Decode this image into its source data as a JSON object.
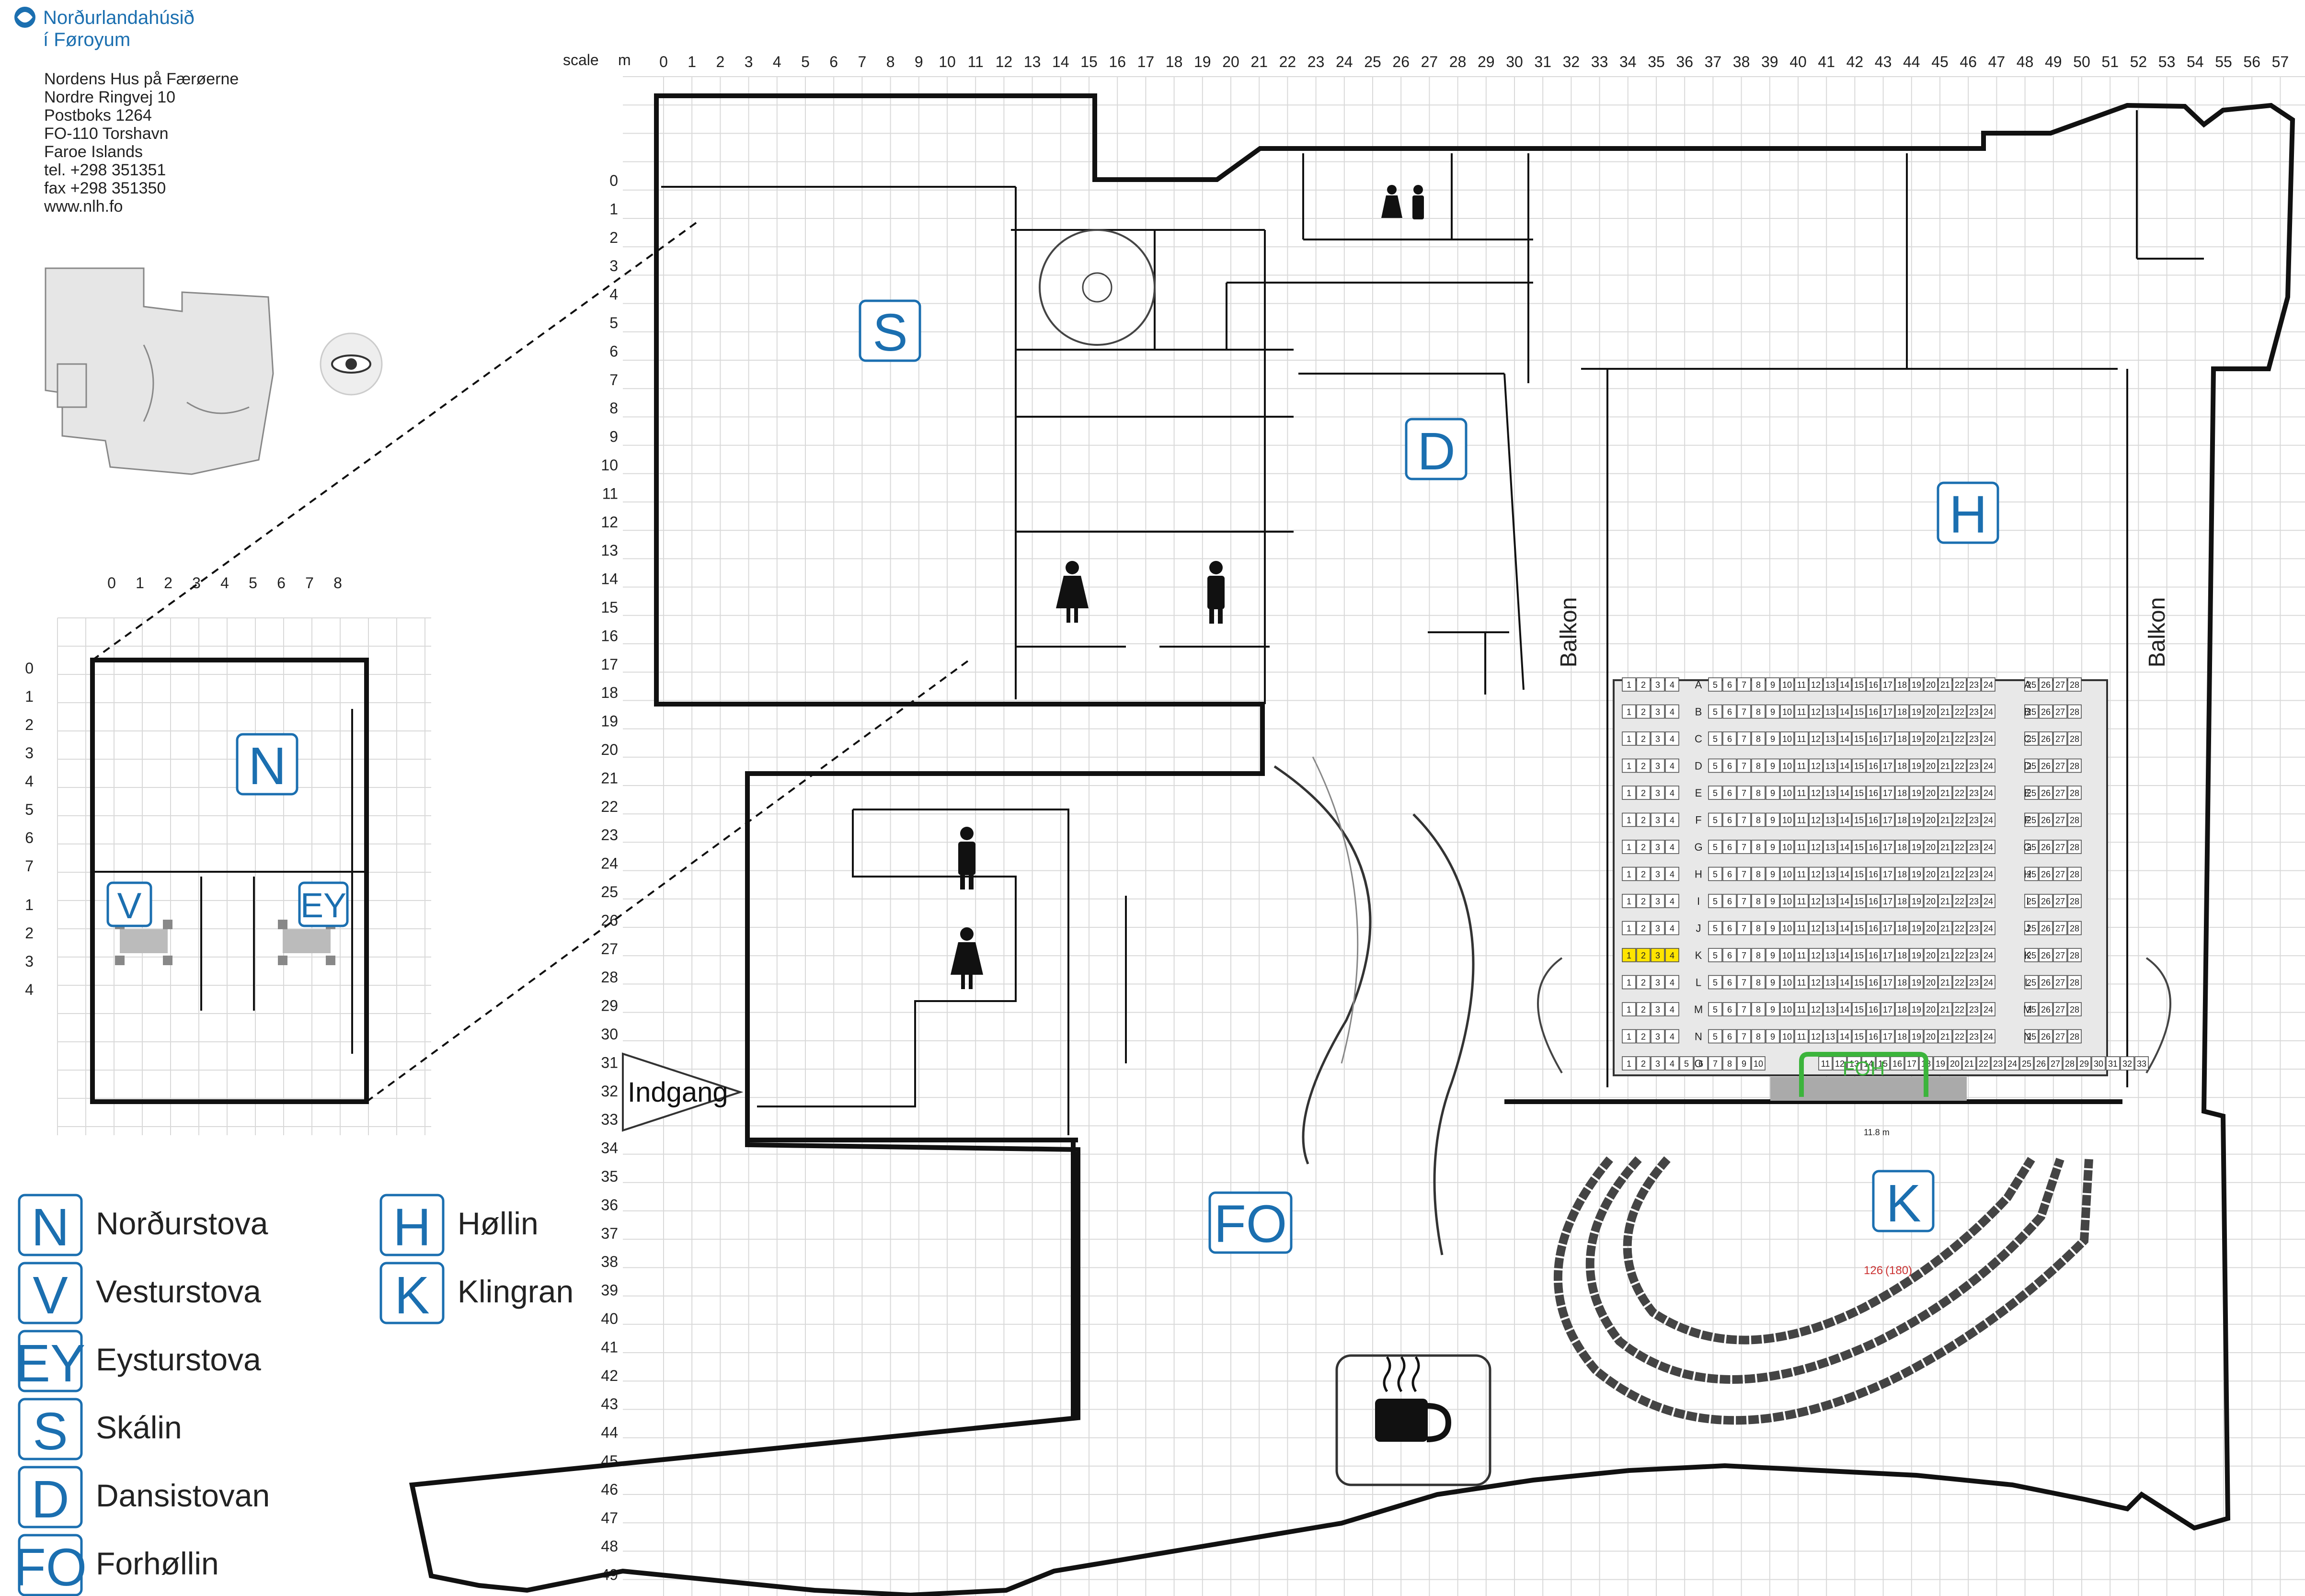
{
  "header": {
    "brand_line1": "Norðurlandahúsið",
    "brand_line2": "í Føroyum",
    "address": [
      "Nordens Hus på Færøerne",
      "Nordre Ringvej 10",
      "Postboks 1264",
      "FO-110  Torshavn",
      "Faroe Islands",
      "tel.  +298 351351",
      "fax  +298 351350",
      "www.nlh.fo"
    ]
  },
  "scale": {
    "label": "scale",
    "unit": "m"
  },
  "colors": {
    "room_label": "#1b6fb0",
    "grid": "#d9d9d9",
    "wall": "#111111",
    "highlight_seat": "#ffe400",
    "foh": "#3cb43c"
  },
  "rooms": [
    {
      "code": "S"
    },
    {
      "code": "D"
    },
    {
      "code": "H"
    },
    {
      "code": "FO"
    },
    {
      "code": "K"
    },
    {
      "code": "N"
    },
    {
      "code": "V"
    },
    {
      "code": "EY"
    }
  ],
  "labels": {
    "entrance": "Indgang",
    "balcony_left": "Balkon",
    "balcony_right": "Balkon",
    "foh": "FOH",
    "seat_count": "126",
    "seat_count_total": "(180)",
    "width_note": "11.8 m"
  },
  "legend": [
    {
      "code": "N",
      "name": "Norðurstova"
    },
    {
      "code": "V",
      "name": "Vesturstova"
    },
    {
      "code": "EY",
      "name": "Eysturstova"
    },
    {
      "code": "S",
      "name": "Skálin"
    },
    {
      "code": "D",
      "name": "Dansistovan"
    },
    {
      "code": "FO",
      "name": "Forhøllin"
    },
    {
      "code": "H",
      "name": "Høllin"
    },
    {
      "code": "K",
      "name": "Klingran"
    }
  ],
  "hall_rows": [
    "A",
    "B",
    "C",
    "D",
    "E",
    "F",
    "G",
    "H",
    "I",
    "J",
    "K",
    "L",
    "M",
    "N",
    "O"
  ]
}
